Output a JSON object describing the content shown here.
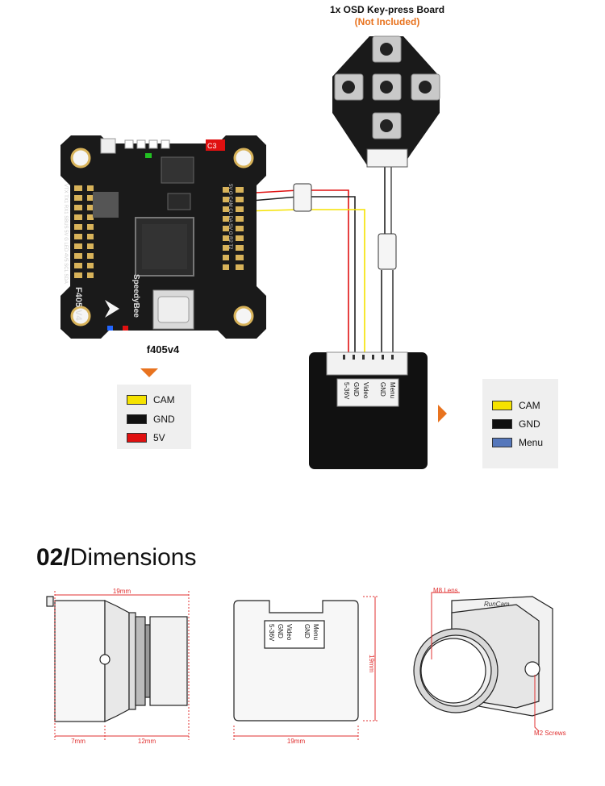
{
  "osd_board": {
    "title": "1x OSD Key-press Board",
    "subtitle": "(Not Included)"
  },
  "fc_board": {
    "label": "f405v4",
    "brand": "SpeedyBee",
    "model": "F405 V4",
    "c3_label": "C3",
    "left_pads": "VTX  TX1  RX1  SBUS  5V  G  LED  4V5  SCL  SDA",
    "right_pads": "5V  G  CAM  CL  DA  SV  G  R2  T2"
  },
  "camera_pins": [
    "5-36V",
    "GND",
    "Video",
    "GND",
    "Menu"
  ],
  "legend_fc": [
    {
      "label": "CAM",
      "color": "#f5e200"
    },
    {
      "label": "GND",
      "color": "#111111"
    },
    {
      "label": "5V",
      "color": "#e01010"
    }
  ],
  "legend_cam": [
    {
      "label": "CAM",
      "color": "#f5e200"
    },
    {
      "label": "GND",
      "color": "#111111"
    },
    {
      "label": "Menu",
      "color": "#5577bb"
    }
  ],
  "section": {
    "number": "02/",
    "title": "Dimensions"
  },
  "dimensions": {
    "side_width": "19mm",
    "side_left": "7mm",
    "side_right": "12mm",
    "back_width": "19mm",
    "back_height": "19mm",
    "lens_label": "M8 Lens",
    "screw_label": "M2 Screws",
    "camera_brand": "RunCam"
  },
  "colors": {
    "accent": "#e8731f",
    "wire_red": "#e01010",
    "wire_yellow": "#f5e200",
    "wire_black": "#222222",
    "board": "#1a1a1a",
    "legend_bg": "#efefef",
    "dim_line": "#e03030"
  }
}
